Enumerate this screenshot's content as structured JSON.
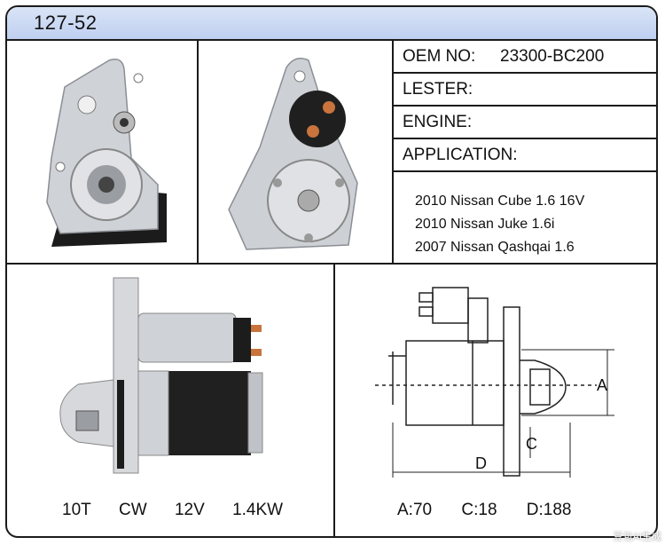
{
  "header": {
    "part_code": "127-52"
  },
  "spec": {
    "oem_label": "OEM NO:",
    "oem_value": "23300-BC200",
    "lester_label": "LESTER:",
    "engine_label": "ENGINE:",
    "application_label": "APPLICATION:"
  },
  "applications": [
    "2010 Nissan Cube 1.6 16V",
    "2010 Nissan Juke 1.6i",
    "2007 Nissan Qashqai 1.6"
  ],
  "footer": {
    "teeth": "10T",
    "rotation": "CW",
    "voltage": "12V",
    "power": "1.4KW",
    "dim_a": "A:70",
    "dim_c": "C:18",
    "dim_d": "D:188"
  },
  "diagram": {
    "label_a": "A",
    "label_c": "C",
    "label_d": "D"
  },
  "watermark": "豆包AI生成"
}
